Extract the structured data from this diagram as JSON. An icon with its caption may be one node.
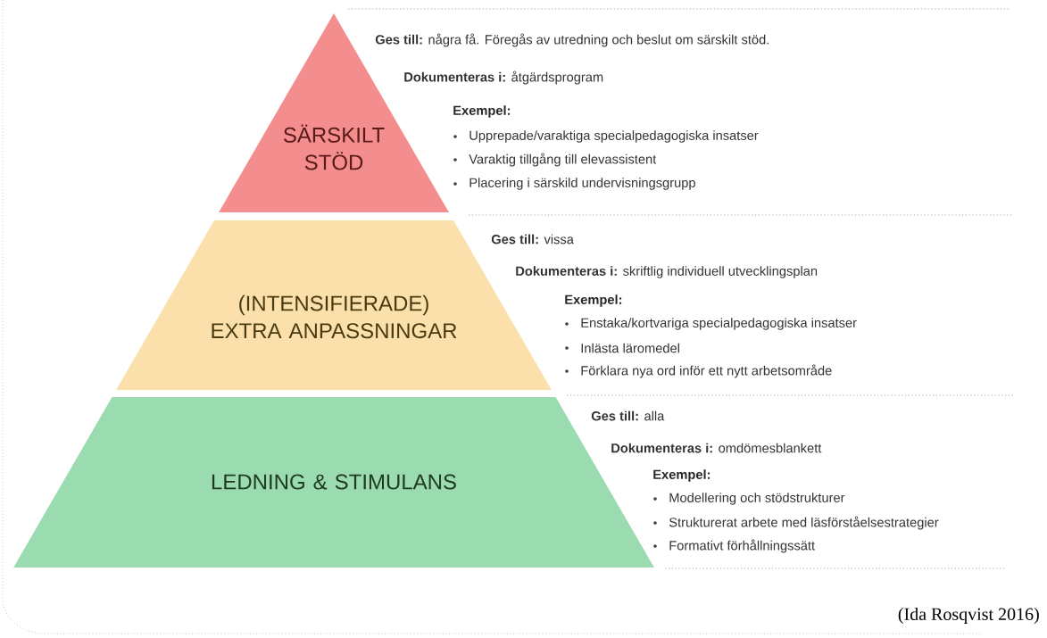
{
  "diagram": {
    "caption": "(Ida Rosqvist 2016)",
    "nodes": [
      {
        "text": [
          "SÄRSKILT STÖD"
        ],
        "beside": [
          "**Ges till:** några få. Föregås av utredning och beslut om särskilt stöd.",
          "**Dokumenteras i:** åtgärdsprogram",
          "Exempel:",
          "Upprepade/varaktiga specialpedagogiska insatser",
          "Varaktig tillgång till elevassistent",
          "Placering i särskild undervisningsgrupp"
        ]
      },
      {
        "text": [
          "(INTENSIFIERADE) EXTRA ANPASSNINGAR"
        ],
        "beside": [
          "**Ges till:** vissa",
          "**Dokumenteras i:** skriftlig individuell utvecklingsplan",
          "Exempel:",
          "Enstaka/kortvariga specialpedagogiska insatser",
          "Inlästa läromedel",
          "Förklara nya ord inför ett nytt arbetsområde"
        ]
      },
      {
        "text": [
          "LEDNING & STIMULANS"
        ],
        "beside": [
          "**Ges till:** alla",
          "**Dokumenteras i:** omdömesblankett",
          "Exempel:",
          "Modellering och stödstrukturer",
          "Strukturerat arbete med läsförståelsestrategier",
          "Formativt förhållningssätt"
        ]
      }
    ]
  }
}
